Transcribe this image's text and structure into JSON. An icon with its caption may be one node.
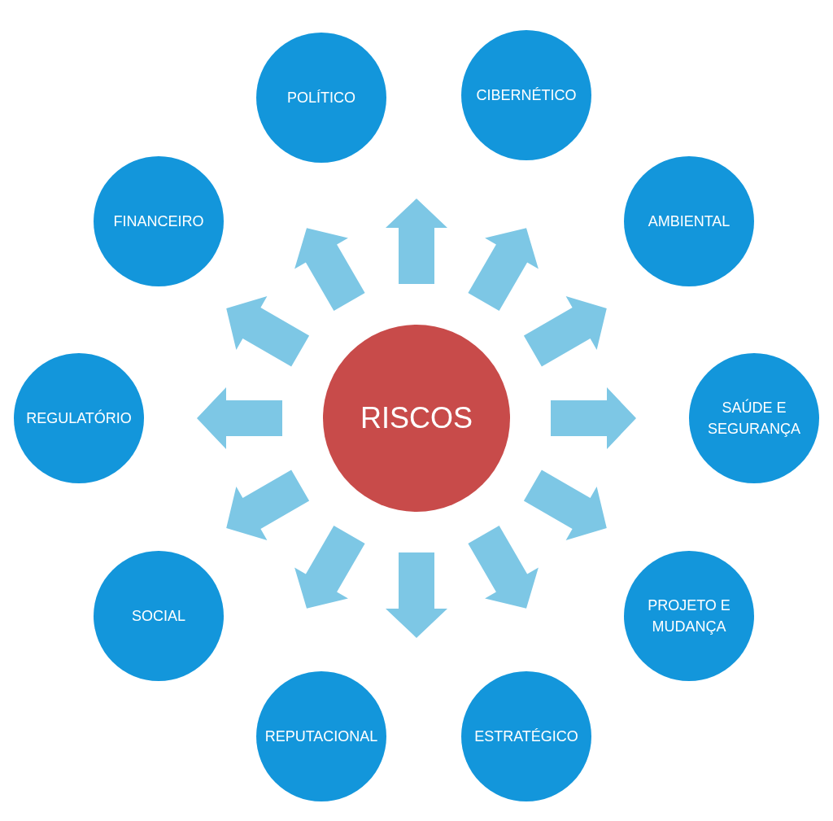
{
  "diagram": {
    "nodes": [
      {
        "text": [
          "RISCOS"
        ]
      },
      {
        "text": [
          "POLÍTICO"
        ]
      },
      {
        "text": [
          "CIBERNÉTICO"
        ]
      },
      {
        "text": [
          "FINANCEIRO"
        ]
      },
      {
        "text": [
          "AMBIENTAL"
        ]
      },
      {
        "text": [
          "REGULATÓRIO"
        ]
      },
      {
        "text": [
          "SAÚDE E SEGURANÇA"
        ]
      },
      {
        "text": [
          "SOCIAL"
        ]
      },
      {
        "text": [
          "PROJETO E MUDANÇA"
        ]
      },
      {
        "text": [
          "REPUTACIONAL"
        ]
      },
      {
        "text": [
          "ESTRATÉGICO"
        ]
      }
    ]
  }
}
